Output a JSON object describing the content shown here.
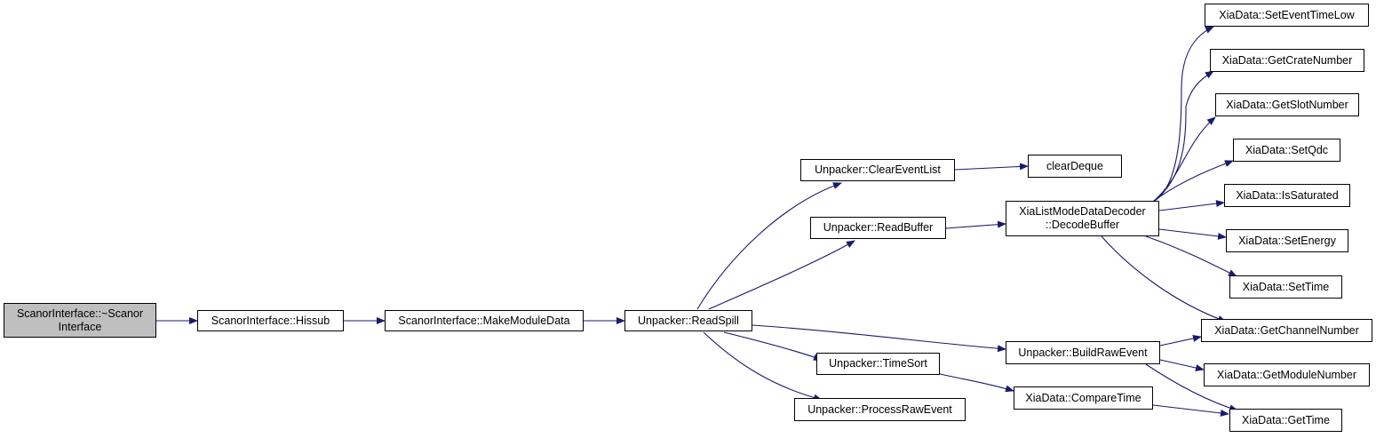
{
  "nodes": {
    "scanor_destructor": "ScanorInterface::~Scanor\nInterface",
    "hissub": "ScanorInterface::Hissub",
    "make_module_data": "ScanorInterface::MakeModuleData",
    "read_spill": "Unpacker::ReadSpill",
    "clear_event_list": "Unpacker::ClearEventList",
    "read_buffer": "Unpacker::ReadBuffer",
    "time_sort": "Unpacker::TimeSort",
    "process_raw_event": "Unpacker::ProcessRawEvent",
    "build_raw_event": "Unpacker::BuildRawEvent",
    "clear_deque": "clearDeque",
    "decode_buffer": "XiaListModeDataDecoder\n::DecodeBuffer",
    "compare_time": "XiaData::CompareTime",
    "set_event_time_low": "XiaData::SetEventTimeLow",
    "get_crate_number": "XiaData::GetCrateNumber",
    "get_slot_number": "XiaData::GetSlotNumber",
    "set_qdc": "XiaData::SetQdc",
    "is_saturated": "XiaData::IsSaturated",
    "set_energy": "XiaData::SetEnergy",
    "set_time": "XiaData::SetTime",
    "get_channel_number": "XiaData::GetChannelNumber",
    "get_module_number": "XiaData::GetModuleNumber",
    "get_time": "XiaData::GetTime"
  },
  "colors": {
    "edge": "#191970",
    "root_fill": "#bfbfbf",
    "node_fill": "#ffffff",
    "border": "#000000"
  }
}
